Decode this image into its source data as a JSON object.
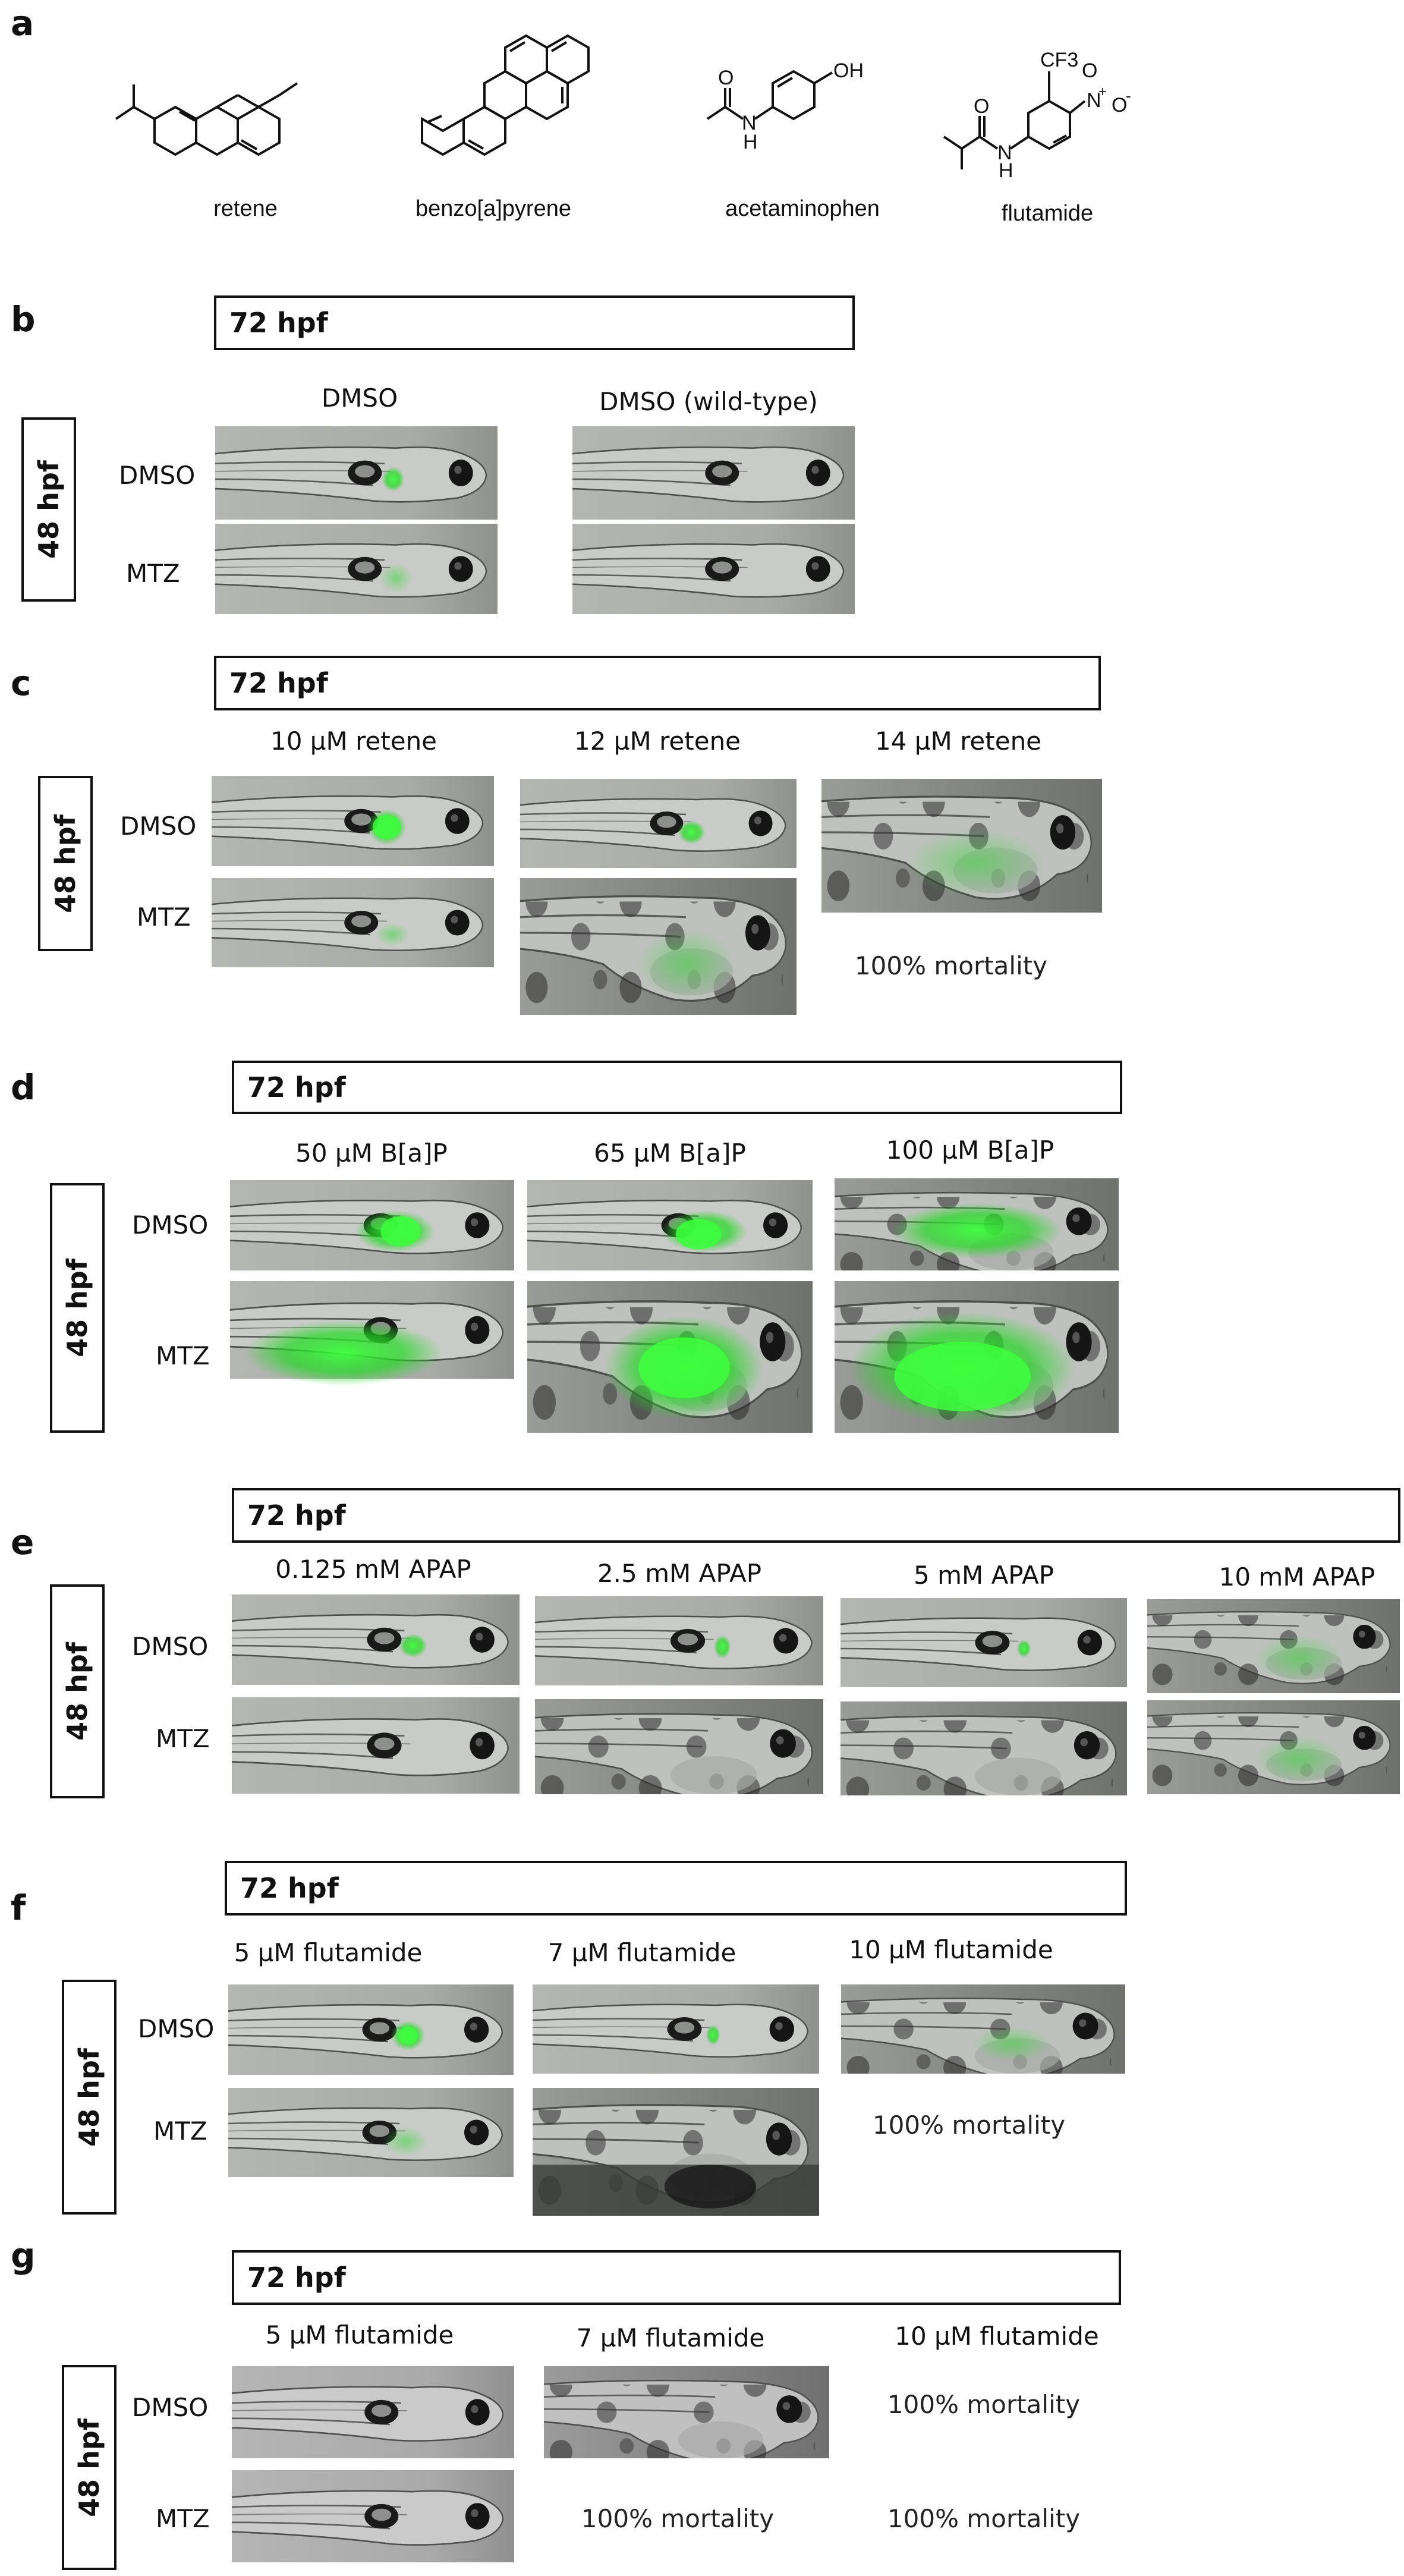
{
  "panels": {
    "a": {
      "label": "a",
      "chemicals": [
        "retene",
        "benzo[a]pyrene",
        "acetaminophen",
        "flutamide"
      ],
      "atoms": {
        "oh": "OH",
        "n": "N",
        "h": "H",
        "o": "O",
        "cf3": "CF3",
        "nplus": "N",
        "plus": "+",
        "ominus": "O",
        "minus": "-"
      }
    },
    "b": {
      "label": "b",
      "header": "72 hpf",
      "side": "48 hpf",
      "columns": [
        "DMSO",
        "DMSO (wild-type)"
      ],
      "rows": [
        "DMSO",
        "MTZ"
      ]
    },
    "c": {
      "label": "c",
      "header": "72 hpf",
      "side": "48 hpf",
      "columns": [
        "10 µM retene",
        "12 µM retene",
        "14 µM retene"
      ],
      "rows": [
        "DMSO",
        "MTZ"
      ],
      "mortality": "100% mortality"
    },
    "d": {
      "label": "d",
      "header": "72 hpf",
      "side": "48 hpf",
      "columns": [
        "50 µM B[a]P",
        "65 µM B[a]P",
        "100 µM B[a]P"
      ],
      "rows": [
        "DMSO",
        "MTZ"
      ]
    },
    "e": {
      "label": "e",
      "header": "72 hpf",
      "side": "48 hpf",
      "columns": [
        "0.125 mM APAP",
        "2.5 mM APAP",
        "5 mM APAP",
        "10 mM APAP"
      ],
      "rows": [
        "DMSO",
        "MTZ"
      ]
    },
    "f": {
      "label": "f",
      "header": "72 hpf",
      "side": "48 hpf",
      "columns": [
        "5 µM flutamide",
        "7 µM flutamide",
        "10 µM flutamide"
      ],
      "rows": [
        "DMSO",
        "MTZ"
      ],
      "mortality": "100% mortality"
    },
    "g": {
      "label": "g",
      "header": "72 hpf",
      "side": "48 hpf",
      "columns": [
        "5 µM flutamide",
        "7 µM flutamide",
        "10 µM flutamide"
      ],
      "rows": [
        "DMSO",
        "MTZ"
      ],
      "mortality": "100% mortality"
    }
  },
  "colors": {
    "fluorescence": "#2ee82e",
    "background_gray": "#9a9c9a",
    "border": "#111111"
  }
}
